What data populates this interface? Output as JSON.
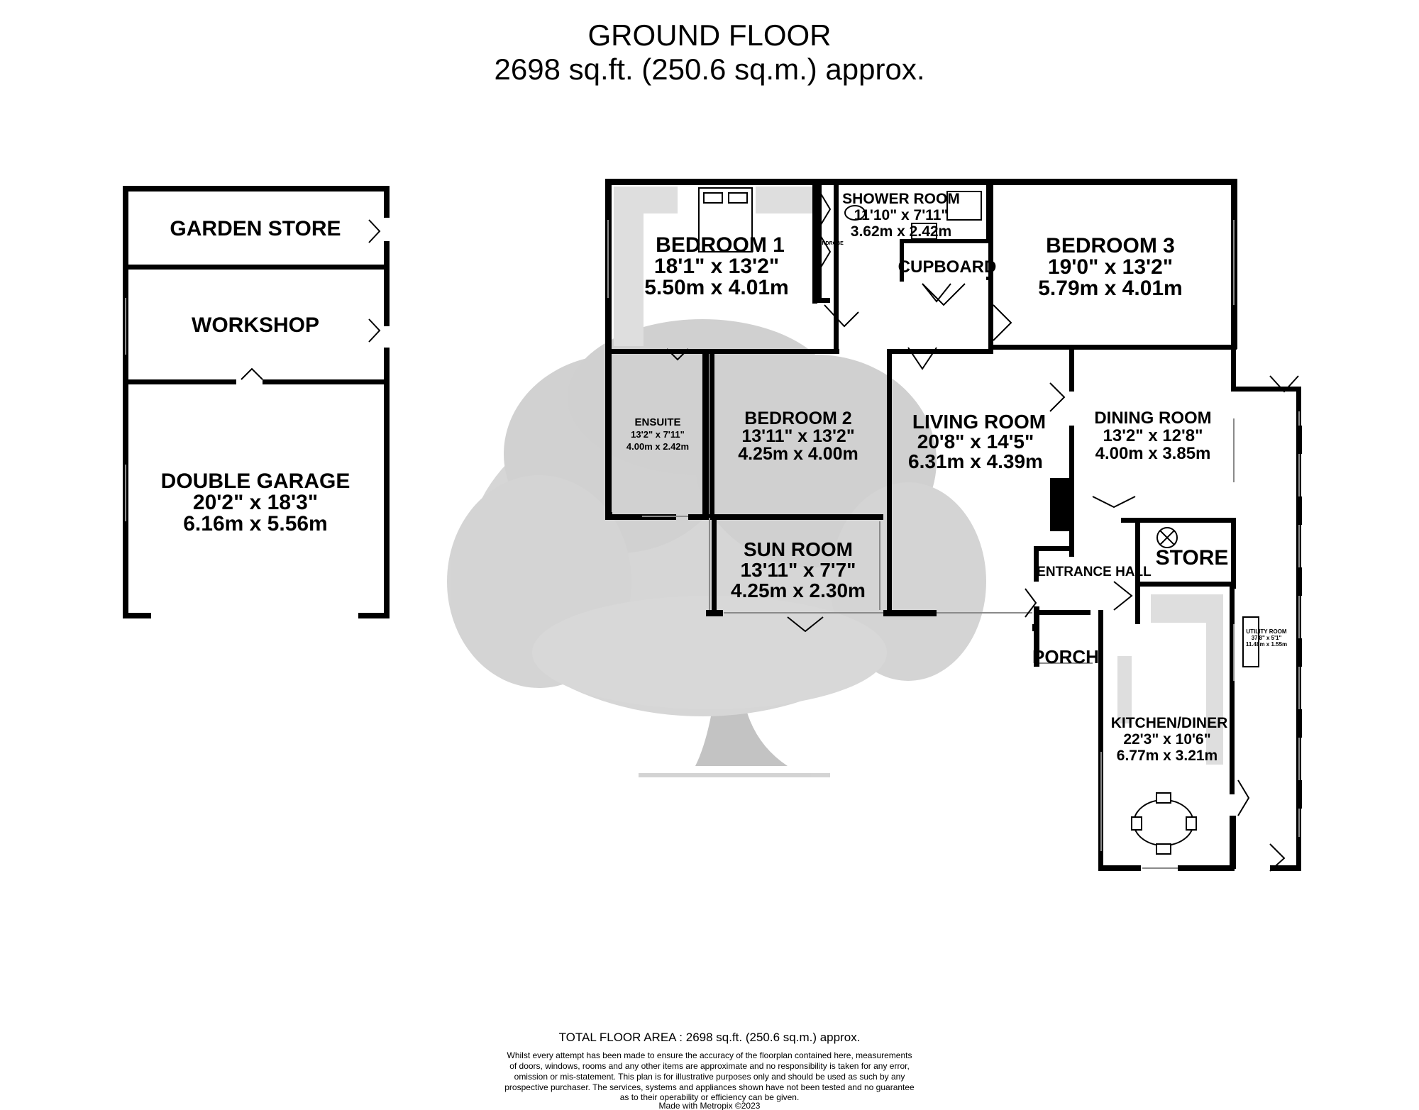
{
  "title": {
    "line1": "GROUND FLOOR",
    "line2": "2698 sq.ft. (250.6 sq.m.) approx."
  },
  "rooms": {
    "garden_store": {
      "name": "GARDEN STORE"
    },
    "workshop": {
      "name": "WORKSHOP"
    },
    "double_garage": {
      "name": "DOUBLE GARAGE",
      "imperial": "20'2\"  x 18'3\"",
      "metric": "6.16m  x 5.56m"
    },
    "bedroom1": {
      "name": "BEDROOM 1",
      "imperial": "18'1\"  x 13'2\"",
      "metric": "5.50m  x 4.01m"
    },
    "wardrobe": {
      "name": "WARDROBE"
    },
    "shower_room": {
      "name": "SHOWER ROOM",
      "imperial": "11'10\"  x 7'11\"",
      "metric": "3.62m  x 2.42m"
    },
    "cupboard": {
      "name": "CUPBOARD"
    },
    "bedroom3": {
      "name": "BEDROOM 3",
      "imperial": "19'0\"  x 13'2\"",
      "metric": "5.79m  x 4.01m"
    },
    "ensuite": {
      "name": "ENSUITE",
      "imperial": "13'2\"  x 7'11\"",
      "metric": "4.00m  x 2.42m"
    },
    "bedroom2": {
      "name": "BEDROOM 2",
      "imperial": "13'11\"  x 13'2\"",
      "metric": "4.25m  x 4.00m"
    },
    "living_room": {
      "name": "LIVING ROOM",
      "imperial": "20'8\"  x 14'5\"",
      "metric": "6.31m  x 4.39m"
    },
    "dining_room": {
      "name": "DINING ROOM",
      "imperial": "13'2\"  x 12'8\"",
      "metric": "4.00m  x 3.85m"
    },
    "sun_room": {
      "name": "SUN ROOM",
      "imperial": "13'11\"  x 7'7\"",
      "metric": "4.25m  x 2.30m"
    },
    "entrance_hall": {
      "name": "ENTRANCE HALL"
    },
    "store": {
      "name": "STORE"
    },
    "porch": {
      "name": "PORCH"
    },
    "utility_room": {
      "name": "UTILITY ROOM",
      "imperial": "37'8\"  x 5'1\"",
      "metric": "11.48m  x 1.55m"
    },
    "kitchen_diner": {
      "name": "KITCHEN/DINER",
      "imperial": "22'3\"  x 10'6\"",
      "metric": "6.77m  x 3.21m"
    }
  },
  "footer": {
    "total": "TOTAL FLOOR AREA : 2698 sq.ft. (250.6 sq.m.) approx.",
    "disclaimer": [
      "Whilst every attempt has been made to ensure the accuracy of the floorplan contained here, measurements",
      "of doors, windows, rooms and any other items are approximate and no responsibility is taken for any error,",
      "omission or mis-statement. This plan is for illustrative purposes only and should be used as such by any",
      "prospective purchaser. The services, systems and appliances shown have not been tested and no guarantee",
      "as to their operability or efficiency can be given."
    ],
    "credit": "Made with Metropix ©2023"
  },
  "colors": {
    "wall": "#000000",
    "fixture_fill": "#dedede",
    "tree": "#c6c6c6",
    "window": "#8a8a8a",
    "background": "#ffffff"
  }
}
